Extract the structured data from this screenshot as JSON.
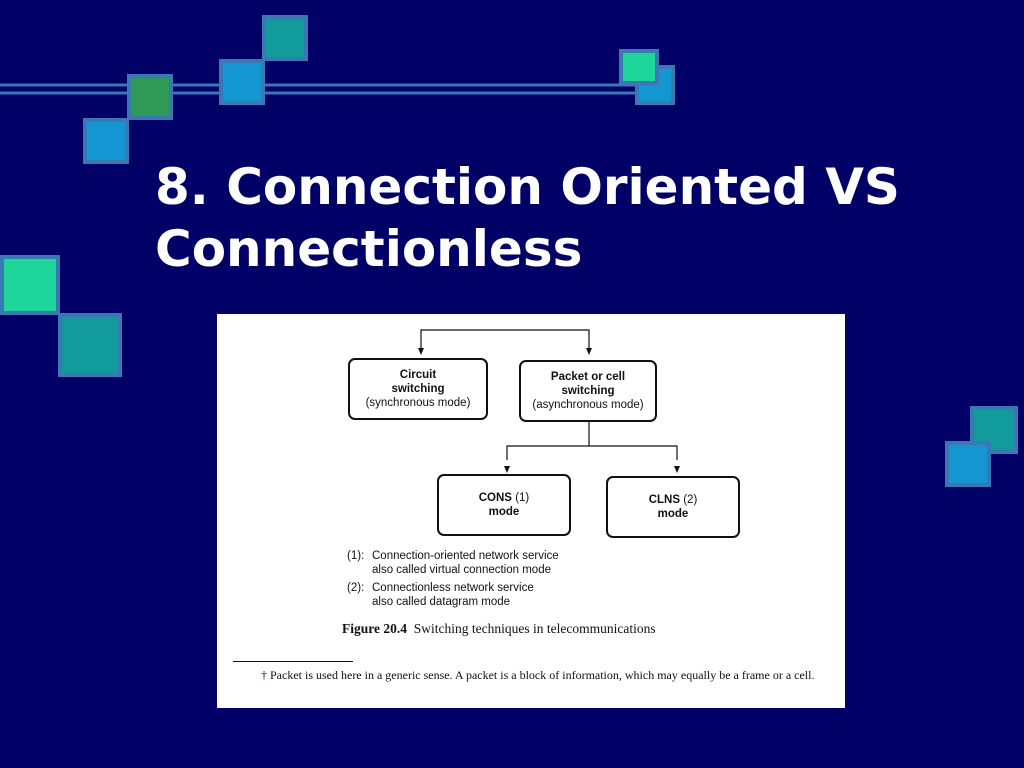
{
  "slide": {
    "title_line1": "8. Connection Oriented VS",
    "title_line2": "Connectionless"
  },
  "figure": {
    "circuit": {
      "line1": "Circuit",
      "line2": "switching",
      "line3": "(synchronous mode)"
    },
    "packet": {
      "line1": "Packet or cell",
      "line2": "switching",
      "line3": "(asynchronous mode)"
    },
    "cons": {
      "name": "CONS",
      "ref": "(1)",
      "mode": "mode"
    },
    "clns": {
      "name": "CLNS",
      "ref": "(2)",
      "mode": "mode"
    },
    "notes": {
      "n1_label": "(1):",
      "n1_line1": "Connection-oriented network service",
      "n1_line2": "also called virtual connection mode",
      "n2_label": "(2):",
      "n2_line1": "Connectionless network service",
      "n2_line2": "also called datagram mode"
    },
    "caption_label": "Figure 20.4",
    "caption_text": "Switching techniques in telecommunications",
    "footnote": "† Packet is used here in a generic sense. A packet is a block of information, which may equally be a frame or a cell."
  },
  "colors": {
    "background": "#000066",
    "title": "#ffffff",
    "deco_teal": "#129b9b",
    "deco_blue": "#1496d2",
    "deco_green": "#2f9a56",
    "deco_mint": "#1fd69a",
    "deco_border": "#3a78b4"
  }
}
